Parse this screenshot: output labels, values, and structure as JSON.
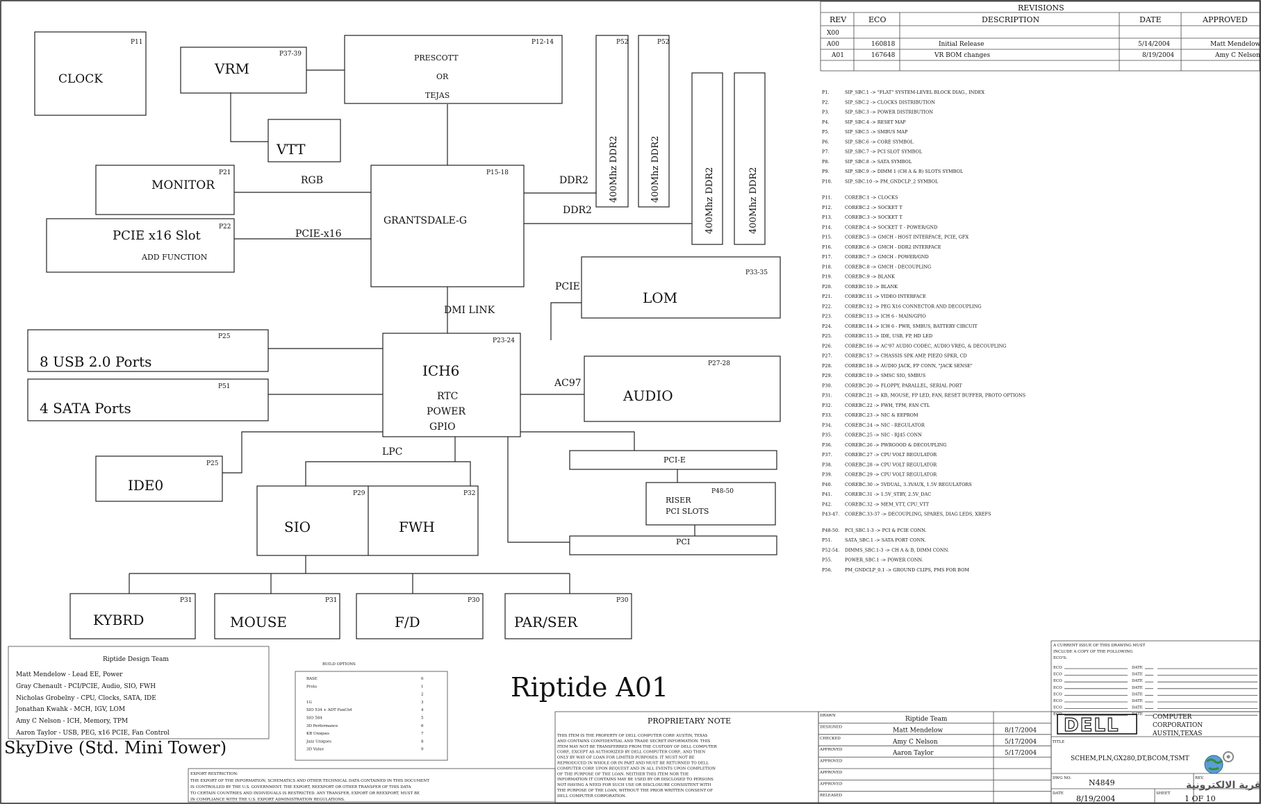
{
  "blocks": {
    "clock": {
      "label": "CLOCK",
      "page": "P11"
    },
    "vrm": {
      "label": "VRM",
      "page": "P37-39"
    },
    "cpu": {
      "lines": [
        "PRESCOTT",
        "OR",
        "TEJAS"
      ],
      "page": "P12-14"
    },
    "vtt": {
      "label": "VTT"
    },
    "monitor": {
      "label": "MONITOR",
      "page": "P21"
    },
    "pcie_slot": {
      "label": "PCIE x16 Slot",
      "sub": "ADD FUNCTION",
      "page": "P22"
    },
    "gmch": {
      "label": "GRANTSDALE-G",
      "page": "P15-18"
    },
    "dimm1": {
      "label": "400Mhz DDR2",
      "page": "P52"
    },
    "dimm2": {
      "label": "400Mhz DDR2",
      "page": "P52"
    },
    "dimm3": {
      "label": "400Mhz DDR2"
    },
    "dimm4": {
      "label": "400Mhz DDR2"
    },
    "lom": {
      "label": "LOM",
      "page": "P33-35"
    },
    "usb": {
      "label": "8 USB 2.0 Ports",
      "page": "P25"
    },
    "sata": {
      "label": "4 SATA Ports",
      "page": "P51"
    },
    "ich": {
      "label": "ICH6",
      "lines": [
        "RTC",
        "POWER",
        "GPIO"
      ],
      "page": "P23-24"
    },
    "audio": {
      "label": "AUDIO",
      "page": "P27-28"
    },
    "ide": {
      "label": "IDE0",
      "page": "P25"
    },
    "pcie_bus": {
      "label": "PCI-E"
    },
    "riser": {
      "lines": [
        "RISER",
        "PCI SLOTS"
      ],
      "page": "P48-50"
    },
    "pci_bus": {
      "label": "PCI"
    },
    "sio": {
      "label": "SIO",
      "page": "P29"
    },
    "fwh": {
      "label": "FWH",
      "page": "P32"
    },
    "kybrd": {
      "label": "KYBRD",
      "page": "P31"
    },
    "mouse": {
      "label": "MOUSE",
      "page": "P31"
    },
    "fd": {
      "label": "F/D",
      "page": "P30"
    },
    "parser": {
      "label": "PAR/SER",
      "page": "P30"
    }
  },
  "connections": {
    "rgb": "RGB",
    "pcie_x16": "PCIE-x16",
    "ddr2_a": "DDR2",
    "ddr2_b": "DDR2",
    "dmi": "DMI LINK",
    "pcie": "PCIE",
    "ac97": "AC97",
    "lpc": "LPC"
  },
  "revisions": {
    "title": "REVISIONS",
    "headers": [
      "REV",
      "ECO",
      "DESCRIPTION",
      "DATE",
      "APPROVED"
    ],
    "rows": [
      [
        "X00",
        "",
        "",
        "",
        ""
      ],
      [
        "A00",
        "160818",
        "Initial Release",
        "5/14/2004",
        "Matt Mendelow"
      ],
      [
        "A01",
        "167648",
        "VR BOM changes",
        "8/19/2004",
        "Amy C Nelson"
      ]
    ]
  },
  "index": [
    "P1. SIP_SBC.1 -> \"FLAT\" SYSTEM-LEVEL BLOCK DIAG., INDEX",
    "P2. SIP_SBC.2 -> CLOCKS DISTRIBUTION",
    "P3. SIP_SBC.3 -> POWER DISTRIBUTION",
    "P4. SIP_SBC.4 -> RESET MAP",
    "P5. SIP_SBC.5 -> SMBUS MAP",
    "P6. SIP_SBC.6 -> CORE SYMBOL",
    "P7. SIP_SBC.7 -> PCI SLOT SYMBOL",
    "P8. SIP_SBC.8 -> SATA SYMBOL",
    "P9. SIP_SBC.9 -> DIMM 1 (CH A & B) SLOTS SYMBOL",
    "P10. SIP_SBC.10 -> PM_GNDCLP_2 SYMBOL",
    "",
    "P11. COREBC.1 -> CLOCKS",
    "P12. COREBC.2 -> SOCKET T",
    "P13. COREBC.3 -> SOCKET T",
    "P14. COREBC.4 -> SOCKET T - POWER/GND",
    "P15. COREBC.5 -> GMCH - HOST INTERFACE, PCIE, GFX",
    "P16. COREBC.6 -> GMCH - DDR2 INTERFACE",
    "P17. COREBC.7 -> GMCH - POWER/GND",
    "P18. COREBC.8 -> GMCH - DECOUPLING",
    "P19. COREBC.9 -> BLANK",
    "P20. COREBC.10 -> BLANK",
    "P21. COREBC.11 -> VIDEO INTERFACE",
    "P22. COREBC.12 -> PEG X16 CONNECTOR AND DECOUPLING",
    "P23. COREBC.13 -> ICH 6 - MAIN/GPIO",
    "P24. COREBC.14 -> ICH 6 - PWR, SMBUS, BATTERY CIRCUIT",
    "P25. COREBC.15 -> IDE, USB, FP, HD LED",
    "P26. COREBC.16 -> AC'97 AUDIO CODEC, AUDIO VREG, & DECOUPLING",
    "P27. COREBC.17 -> CHASSIS SPK AMP, PIEZO SPKR, CD",
    "P28. COREBC.18 -> AUDIO JACK, FP CONN, \"JACK SENSE\"",
    "P29. COREBC.19 -> SMSC SIO, SMBUS",
    "P30. COREBC.20 -> FLOPPY, PARALLEL, SERIAL PORT",
    "P31. COREBC.21 -> KB, MOUSE, FP LED, FAN, RESET BUFFER, PROTO OPTIONS",
    "P32. COREBC.22 -> FWH, TPM, FAN CTL",
    "P33. COREBC.23 -> NIC & EEPROM",
    "P34. COREBC.24 -> NIC - REGULATOR",
    "P35. COREBC.25 -> NIC - RJ45 CONN",
    "P36. COREBC.26 -> PWRGOOD & DECOUPLING",
    "P37. COREBC.27 -> CPU VOLT REGULATOR",
    "P38. COREBC.28 -> CPU VOLT REGULATOR",
    "P39. COREBC.29 -> CPU VOLT REGULATOR",
    "P40. COREBC.30 -> 5VDUAL, 3.3VAUX, 1.5V REGULATORS",
    "P41. COREBC.31 -> 1.5V_STBY, 2.5V_DAC",
    "P42. COREBC.32 -> MEM_VTT, CPU_VTT",
    "P43-47. COREBC.33-37 -> DECOUPLING, SPARES, DIAG LEDS, XREFS",
    "",
    "P48-50. PCI_SBC.1-3 -> PCI & PCIE CONN.",
    "P51. SATA_SBC.1 -> SATA PORT CONN.",
    "P52-54. DIMMS_SBC.1-3 -> CH A & B, DIMM CONN.",
    "P55. POWER_SBC.1 -> POWER CONN.",
    "P56. PM_GNDCLP_0.1 -> GROUND CLIPS, PMS FOR BOM"
  ],
  "design_team": {
    "title": "Riptide Design Team",
    "members": [
      "Matt Mendelow - Lead EE, Power",
      "Gray Chenault - PCI/PCIE, Audio, SIO, FWH",
      "Nicholas Grobelny - CPU, Clocks, SATA, IDE",
      "Jonathan Kwahk - MCH, IGV, LOM",
      "Amy C Nelson - ICH, Memory, TPM",
      "Aaron Taylor - USB, PEG, x16 PCIE, Fan Control"
    ]
  },
  "build_options": {
    "title": "BUILD OPTIONS",
    "rows": [
      [
        "BASE",
        "0"
      ],
      [
        "Proto",
        "1"
      ],
      [
        "",
        "2"
      ],
      [
        "1G",
        "3"
      ],
      [
        "SIO 534 + ADT FanCtrl",
        "4"
      ],
      [
        "SIO 584",
        "5"
      ],
      [
        "3D Performance",
        "6"
      ],
      [
        "KB Uniques",
        "7"
      ],
      [
        "Jazz Uniques",
        "8"
      ],
      [
        "3D Value",
        "9"
      ]
    ]
  },
  "drawing_title": "Riptide A01",
  "subtitle": "SkyDive (Std. Mini Tower)",
  "export": {
    "title": "EXPORT RESTRICTION:",
    "lines": [
      "THE EXPORT OF THE INFORMATION, SCHEMATICS AND OTHER TECHNICAL DATA CONTAINED IN THIS DOCUMENT",
      "IS CONTROLLED BY THE U.S. GOVERNMENT. THE EXPORT, REEXPORT OR OTHER TRANSFER OF THIS DATA",
      "TO CERTAIN COUNTRIES AND INDIVIDUALS IS RESTRICTED. ANY TRANSFER, EXPORT OR REEXPORT, MUST BE",
      "IN COMPLIANCE WITH THE U.S. EXPORT ADMINISTRATION REGULATIONS."
    ]
  },
  "proprietary": {
    "title": "PROPRIETARY NOTE",
    "lines": [
      "THIS ITEM IS THE PROPERTY OF DELL COMPUTER CORP. AUSTIN, TEXAS",
      "AND CONTAINS CONFIDENTIAL AND TRADE SECRET INFORMATION. THIS",
      "ITEM MAY NOT BE TRANSFERRED FROM THE CUSTODY OF DELL COMPUTER",
      "CORP., EXCEPT AS AUTHORIZED BY DELL COMPUTER CORP., AND THEN",
      "ONLY BY WAY OF LOAN FOR LIMITED PURPOSES. IT MUST NOT BE",
      "REPRODUCED IN WHOLE OR IN PART AND MUST BE RETURNED TO DELL",
      "COMPUTER CORP. UPON REQUEST AND IN ALL EVENTS UPON COMPLETION",
      "OF THE PURPOSE OF THE LOAN. NEITHER THIS ITEM NOR THE",
      "INFORMATION IT CONTAINS MAY BE USED BY OR DISCLOSED TO PERSONS",
      "NOT HAVING A NEED FOR SUCH USE OR DISCLOSURE CONSISTENT WITH",
      "THE PURPOSE OF THE LOAN, WITHOUT THE PRIOR WRITTEN CONSENT OF",
      "DELL COMPUTER CORPORATION."
    ]
  },
  "signoff": {
    "rows": [
      [
        "DRAWN",
        "Riptide Team",
        ""
      ],
      [
        "DESIGNED",
        "Matt Mendelow",
        "8/17/2004"
      ],
      [
        "CHECKED",
        "Amy C Nelson",
        "5/17/2004"
      ],
      [
        "APPROVED",
        "Aaron Taylor",
        "5/17/2004"
      ],
      [
        "APPROVED",
        "",
        ""
      ],
      [
        "APPROVED",
        "",
        ""
      ],
      [
        "APPROVED",
        "",
        ""
      ],
      [
        "RELEASED",
        "",
        ""
      ]
    ]
  },
  "eco_box": {
    "header": [
      "A CURRENT ISSUE OF THIS DRAWING MUST",
      "INCLUDE A COPY OF THE FOLLOWING",
      "ECO'S:"
    ],
    "eco_label": "ECO",
    "date_label": "DATE",
    "rows": 8
  },
  "company": {
    "logo": "DELL",
    "lines": [
      "COMPUTER",
      "CORPORATION",
      "AUSTIN,TEXAS"
    ],
    "title_label": "TITLE",
    "title": "SCHEM,PLN,GX280,DT,BCOM,TSMT",
    "dwg_label": "DWG NO.",
    "dwg": "N4849",
    "rev_label": "REV.",
    "date_label": "DATE",
    "date": "8/19/2004",
    "sheet_label": "SHEET",
    "sheet": "1 OF 10"
  },
  "watermark": "القرية الالكترونية"
}
